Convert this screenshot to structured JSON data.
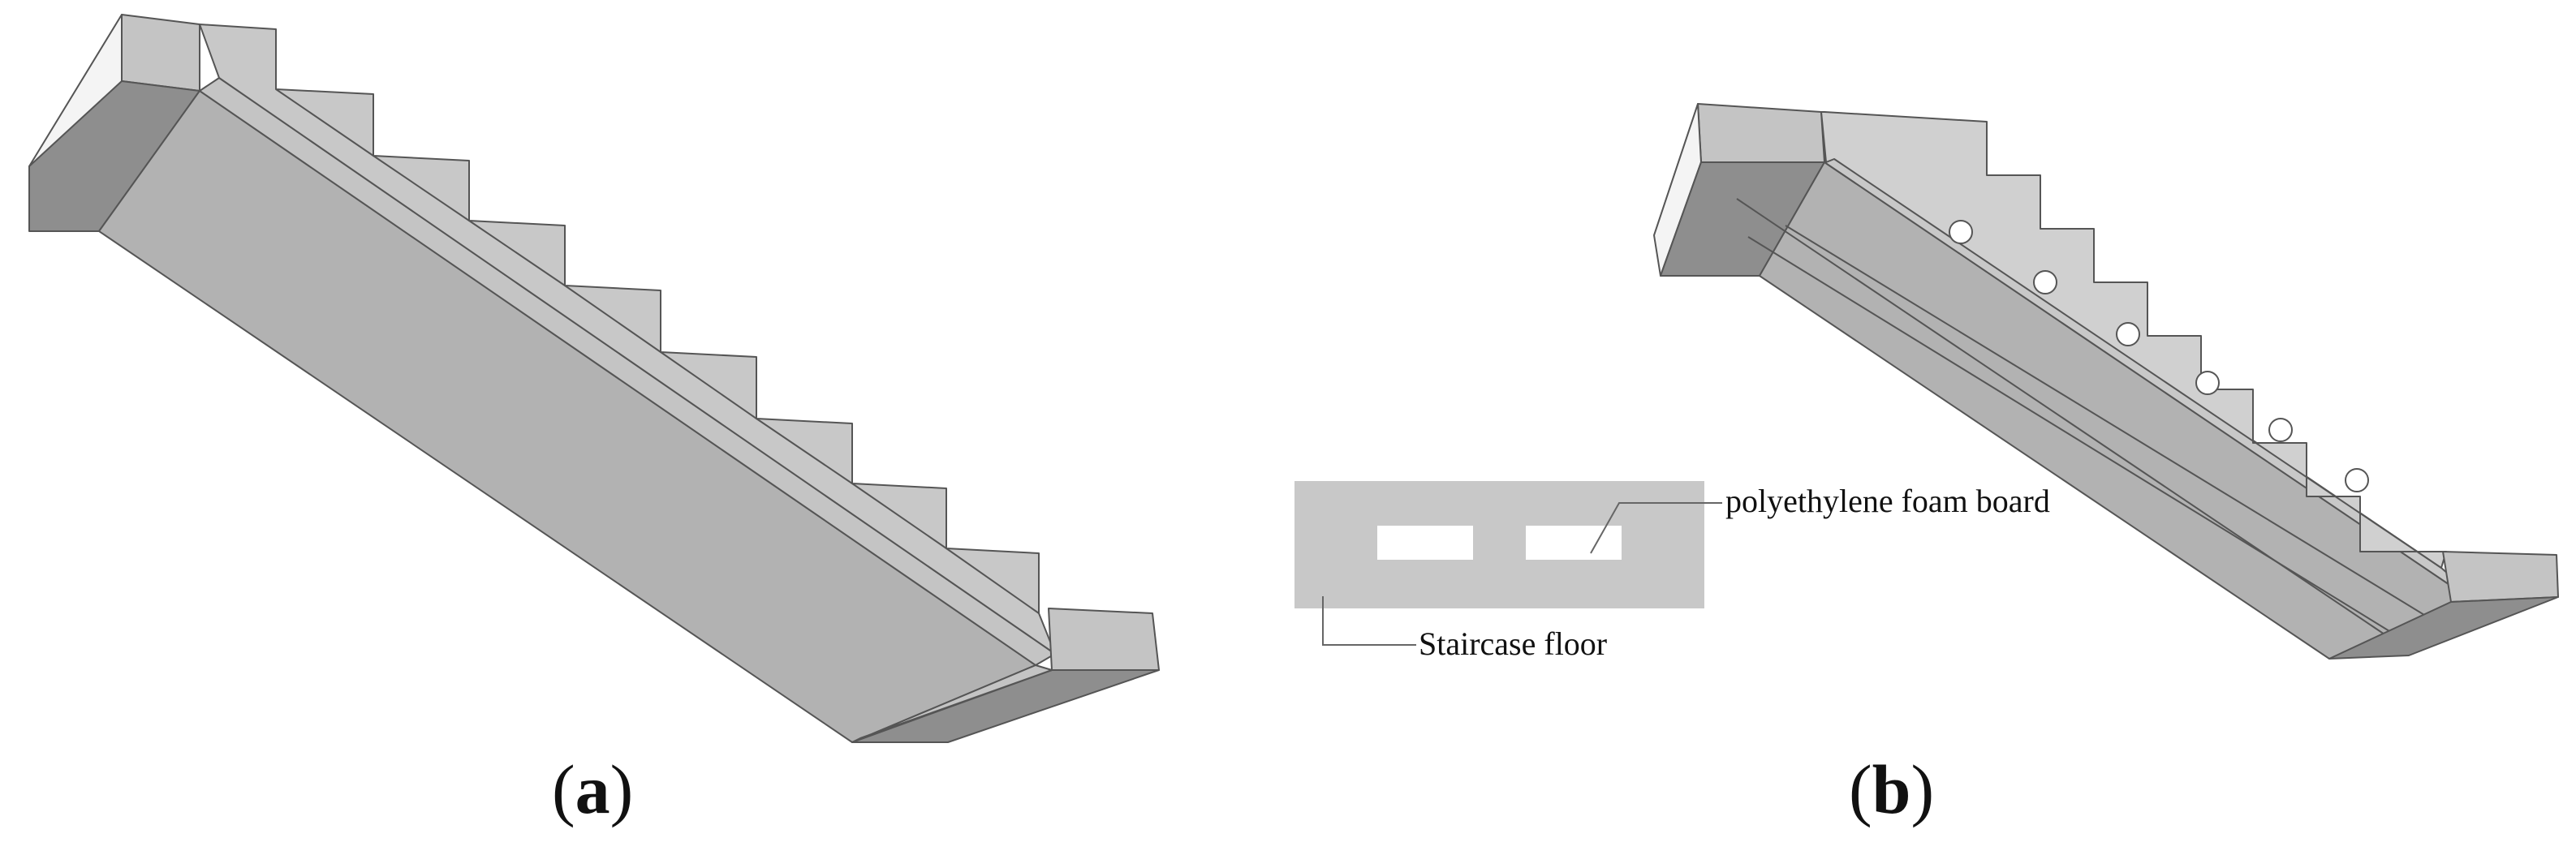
{
  "panels": {
    "a": {
      "caption_open": "(",
      "caption_letter": "a",
      "caption_close": ")"
    },
    "b": {
      "caption_open": "(",
      "caption_letter": "b",
      "caption_close": ")"
    }
  },
  "section": {
    "label_foam": "polyethylene foam board",
    "label_floor": "Staircase floor"
  },
  "colors": {
    "face_light": "#c4c4c4",
    "face_mid": "#b2b2b2",
    "face_dark": "#8e8e8e",
    "face_white": "#f4f4f4",
    "edge": "#555555",
    "section_fill": "#c8c8c8"
  }
}
